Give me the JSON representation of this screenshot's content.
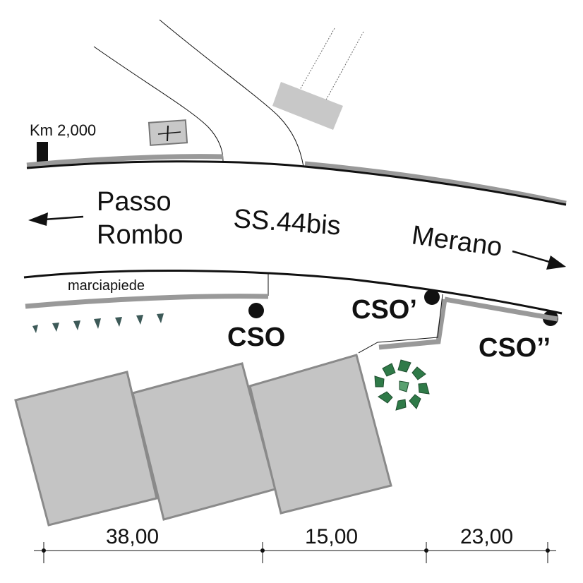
{
  "labels": {
    "km_marker": "Km 2,000",
    "passo_line1": "Passo",
    "passo_line2": "Rombo",
    "road_name": "SS.44bis",
    "merano": "Merano",
    "sidewalk": "marciapiede",
    "cso": "CSO",
    "cso_prime": "CSO’",
    "cso_double_prime": "CSO’’"
  },
  "dimensions": [
    "38,00",
    "15,00",
    "23,00"
  ],
  "colors": {
    "building_fill": "#c4c4c4",
    "building_stroke": "#8a8a8a",
    "curb_gray": "#999999",
    "tree_green": "#2f7a48",
    "plant_teal": "#3d5a58"
  }
}
